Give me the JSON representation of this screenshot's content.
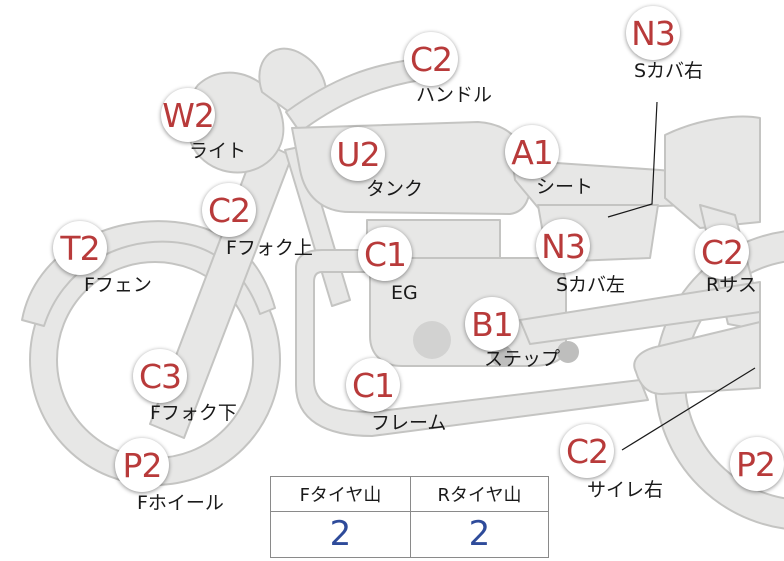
{
  "colors": {
    "bike_fill": "#e7e7e6",
    "bike_outline": "#c4c4c2",
    "code_text": "#b83a3a",
    "label_text": "#1a1a1a",
    "value_text": "#2e4b9a"
  },
  "parts": [
    {
      "code": "C2",
      "label": "ハンドル"
    },
    {
      "code": "N3",
      "label": "Sカバ右"
    },
    {
      "code": "W2",
      "label": "ライト"
    },
    {
      "code": "U2",
      "label": "タンク"
    },
    {
      "code": "A1",
      "label": "シート"
    },
    {
      "code": "C2",
      "label": "Fフォク上"
    },
    {
      "code": "T2",
      "label": "Fフェン"
    },
    {
      "code": "C1",
      "label": "EG"
    },
    {
      "code": "N3",
      "label": "Sカバ左"
    },
    {
      "code": "C2",
      "label": "Rサス"
    },
    {
      "code": "B1",
      "label": "ステップ"
    },
    {
      "code": "C3",
      "label": "Fフォク下"
    },
    {
      "code": "C1",
      "label": "フレーム"
    },
    {
      "code": "P2",
      "label": "Fホイール"
    },
    {
      "code": "C2",
      "label": "サイレ右"
    },
    {
      "code": "P2",
      "label": ""
    }
  ],
  "tread_table": {
    "front_header": "Fタイヤ山",
    "rear_header": "Rタイヤ山",
    "front_value": "2",
    "rear_value": "2"
  }
}
